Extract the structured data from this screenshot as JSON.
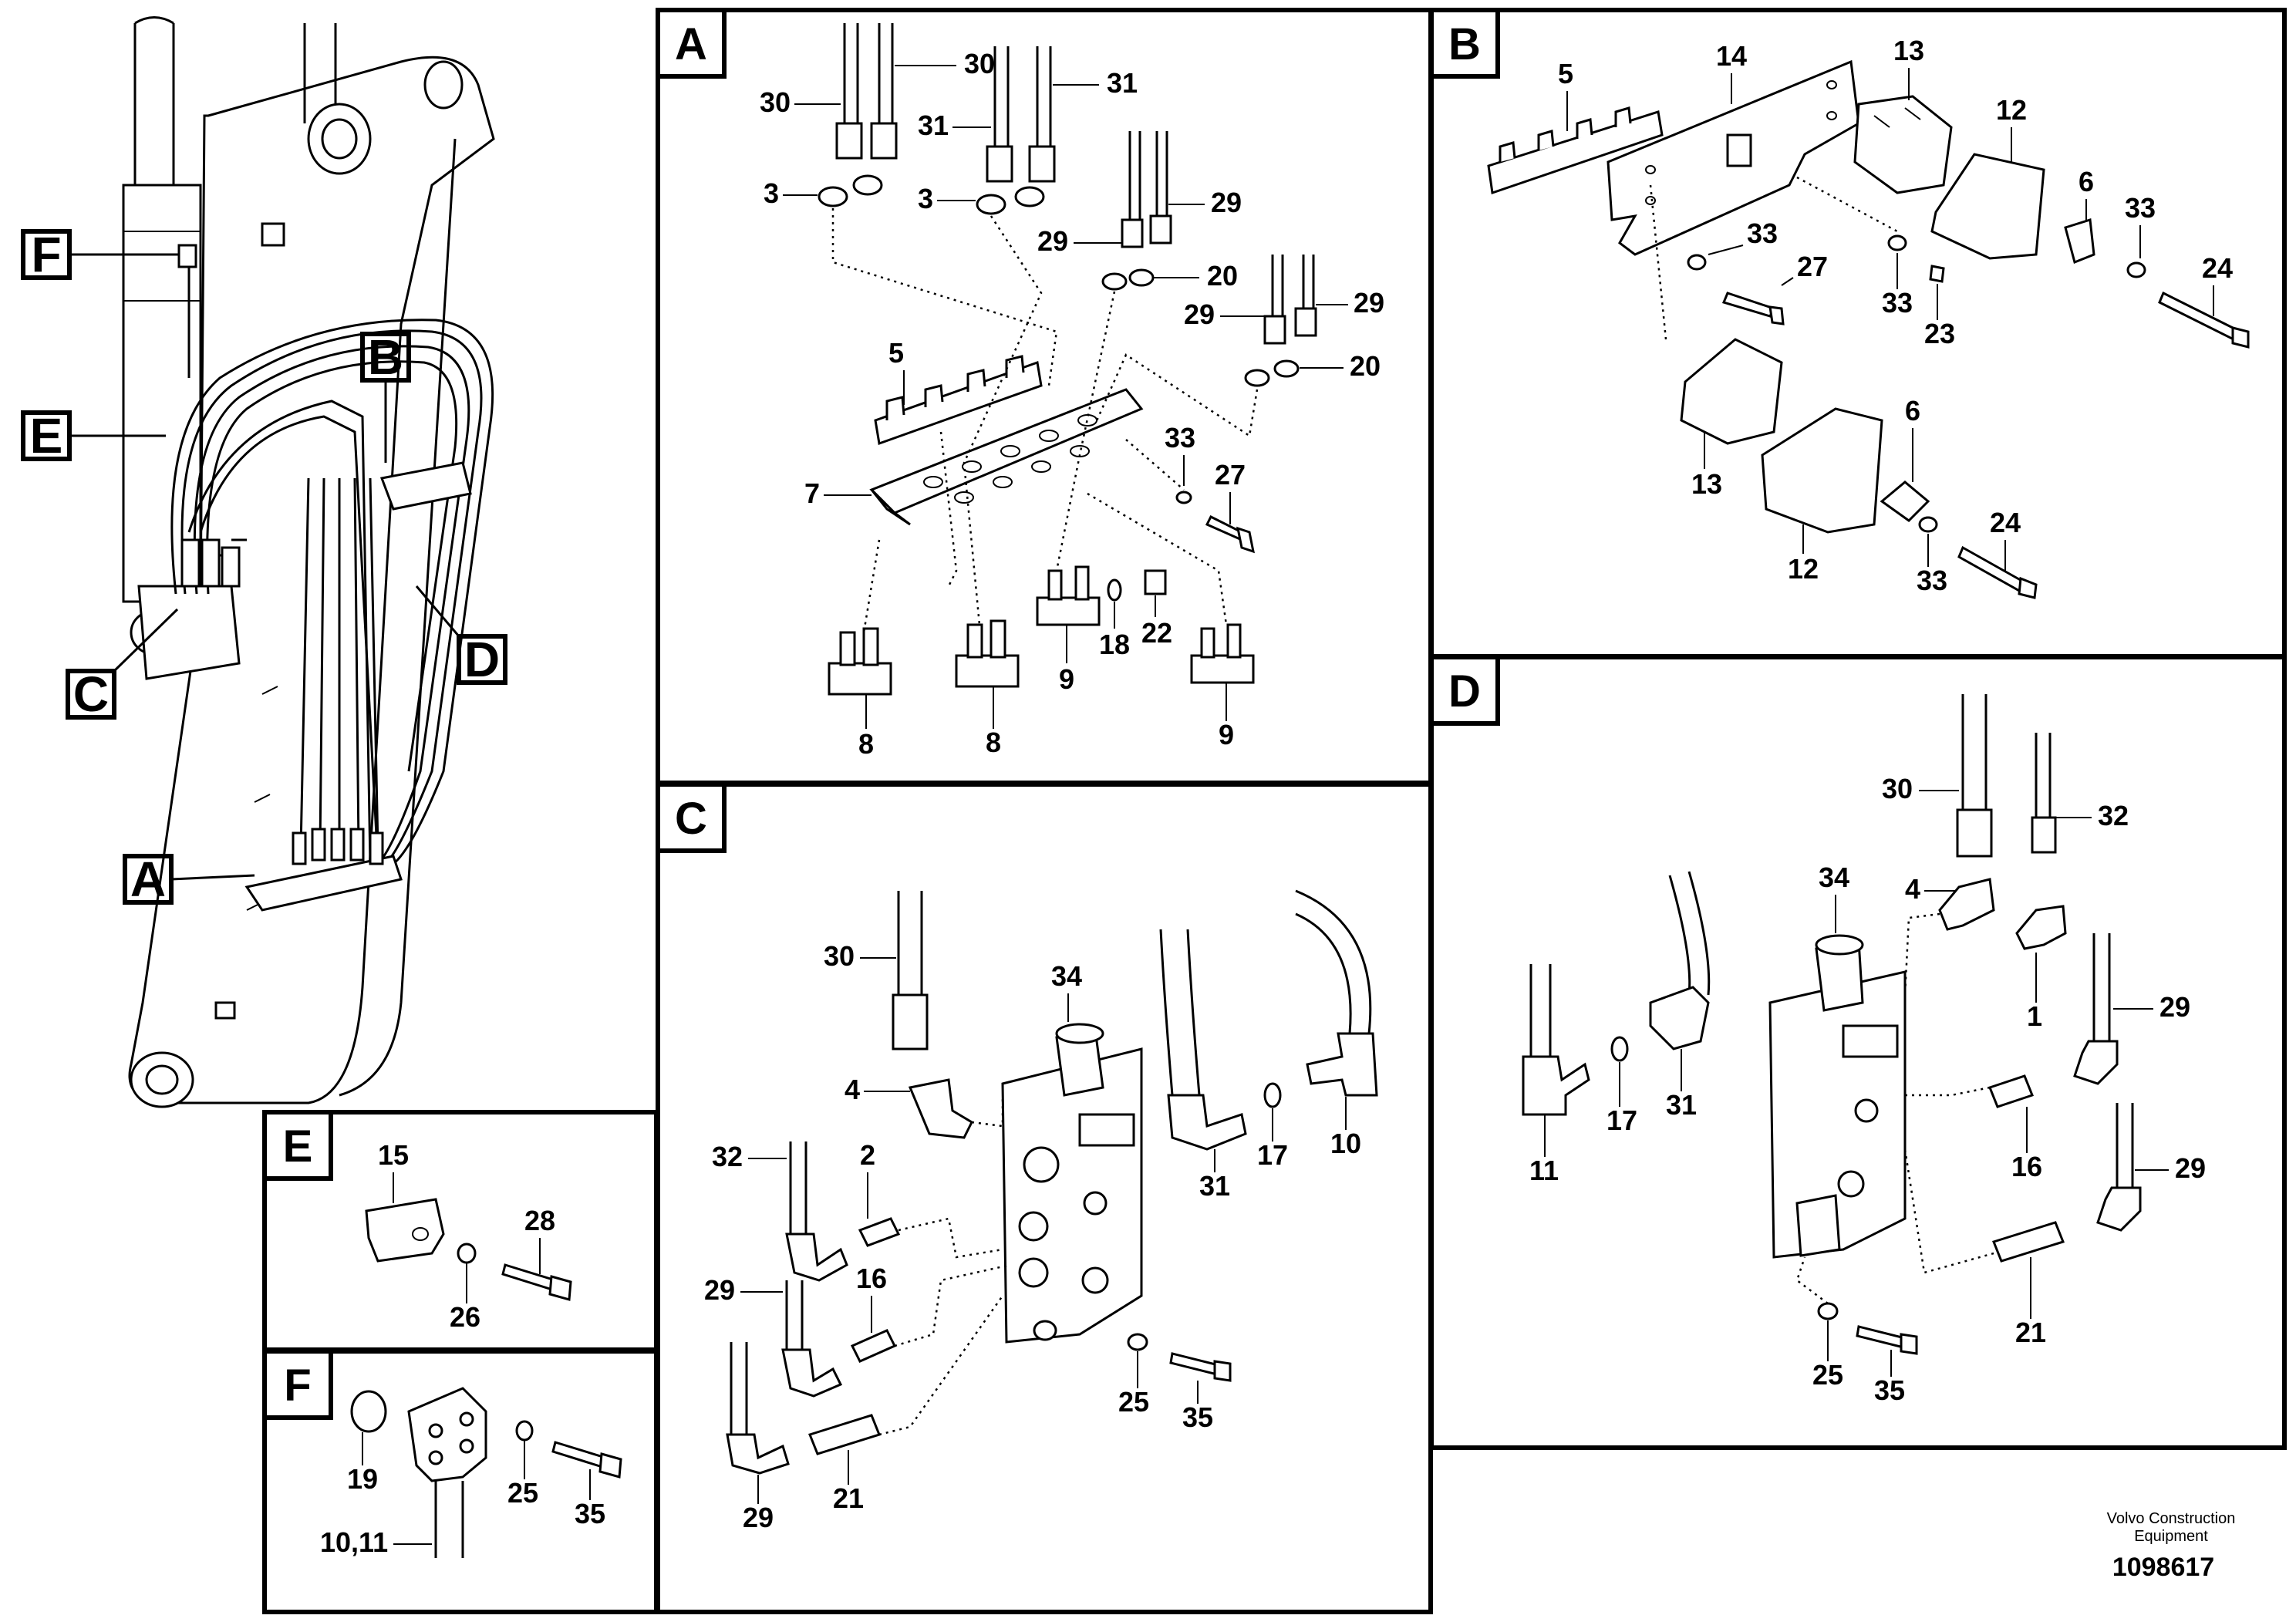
{
  "overview": {
    "callouts": {
      "F": "F",
      "E": "E",
      "B": "B",
      "C": "C",
      "D": "D",
      "A": "A"
    }
  },
  "panel_a": {
    "letter": "A",
    "labels": {
      "p30a": "30",
      "p30b": "30",
      "p31a": "31",
      "p31b": "31",
      "p3a": "3",
      "p3b": "3",
      "p29a": "29",
      "p29b": "29",
      "p29c": "29",
      "p29d": "29",
      "p20a": "20",
      "p20b": "20",
      "p5": "5",
      "p7": "7",
      "p33": "33",
      "p27": "27",
      "p8a": "8",
      "p8b": "8",
      "p9a": "9",
      "p9b": "9",
      "p18": "18",
      "p22": "22"
    }
  },
  "panel_b": {
    "letter": "B",
    "labels": {
      "p5": "5",
      "p14": "14",
      "p13a": "13",
      "p13b": "13",
      "p12a": "12",
      "p12b": "12",
      "p6a": "6",
      "p6b": "6",
      "p33a": "33",
      "p33b": "33",
      "p33c": "33",
      "p33d": "33",
      "p24a": "24",
      "p24b": "24",
      "p27": "27",
      "p23": "23"
    }
  },
  "panel_c": {
    "letter": "C",
    "labels": {
      "p30": "30",
      "p34": "34",
      "p4": "4",
      "p32": "32",
      "p2": "2",
      "p29a": "29",
      "p29b": "29",
      "p16": "16",
      "p21": "21",
      "p31": "31",
      "p17": "17",
      "p10": "10",
      "p25": "25",
      "p35": "35"
    }
  },
  "panel_d": {
    "letter": "D",
    "labels": {
      "p30": "30",
      "p32": "32",
      "p34": "34",
      "p4": "4",
      "p1": "1",
      "p29a": "29",
      "p29b": "29",
      "p11": "11",
      "p17": "17",
      "p31": "31",
      "p16": "16",
      "p21": "21",
      "p25": "25",
      "p35": "35"
    }
  },
  "panel_e": {
    "letter": "E",
    "labels": {
      "p15": "15",
      "p28": "28",
      "p26": "26"
    }
  },
  "panel_f": {
    "letter": "F",
    "labels": {
      "p19": "19",
      "p25": "25",
      "p35": "35",
      "p1011": "10,11"
    }
  },
  "footer": {
    "company_line1": "Volvo Construction",
    "company_line2": "Equipment",
    "drawing_number": "1098617"
  }
}
